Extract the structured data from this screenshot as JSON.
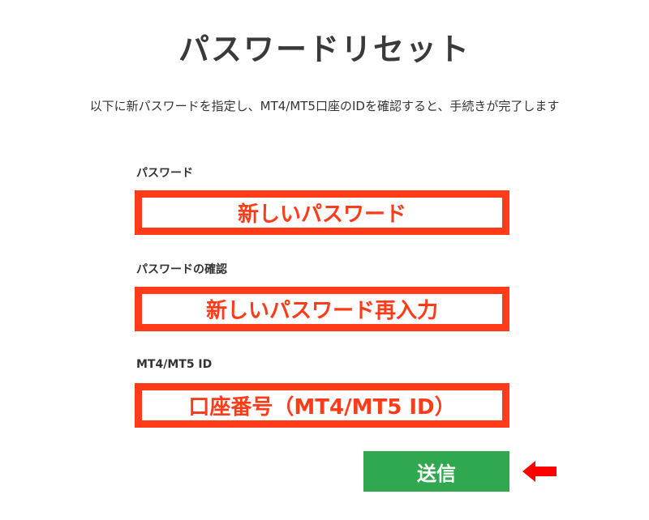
{
  "page": {
    "title": "パスワードリセット",
    "description": "以下に新パスワードを指定し、MT4/MT5口座のIDを確認すると、手続きが完了します"
  },
  "form": {
    "password": {
      "label": "パスワード",
      "placeholder": "新しいパスワード"
    },
    "password_confirm": {
      "label": "パスワードの確認",
      "placeholder": "新しいパスワード再入力"
    },
    "account_id": {
      "label": "MT4/MT5 ID",
      "placeholder": "口座番号（MT4/MT5 ID）"
    },
    "submit_label": "送信"
  },
  "colors": {
    "highlight": "#ff3b1a",
    "submit": "#2fa84f",
    "arrow": "#ff0000"
  },
  "icons": {
    "pointer": "left-arrow-icon"
  }
}
